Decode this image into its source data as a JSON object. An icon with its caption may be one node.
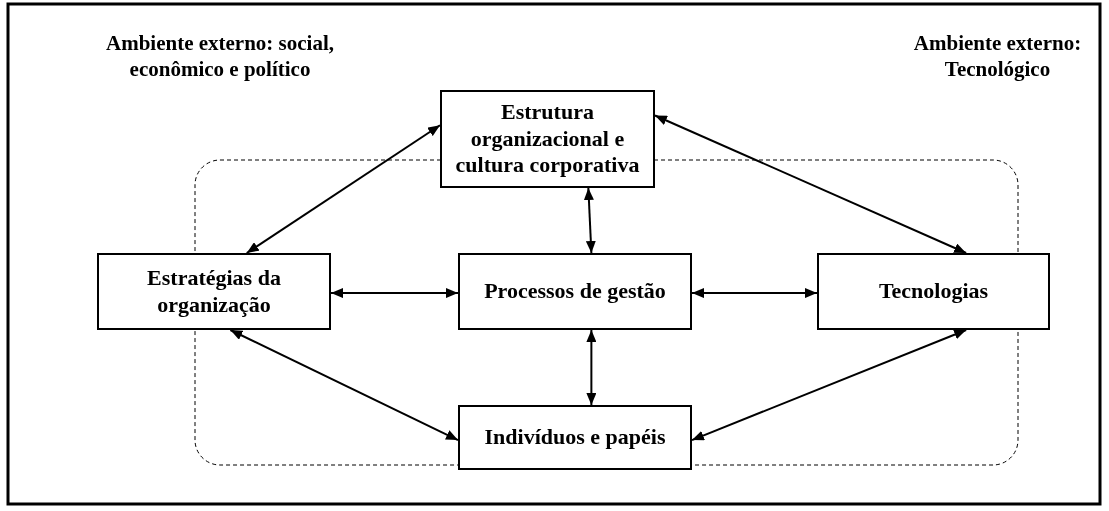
{
  "diagram": {
    "nodes": [
      {
        "text": [
          "Estrutura organizacional e cultura corporativa"
        ]
      },
      {
        "text": [
          "Estratégias da organização"
        ]
      },
      {
        "text": [
          "Processos de gestão"
        ]
      },
      {
        "text": [
          "Tecnologias"
        ]
      },
      {
        "text": [
          "Indivíduos e papéis"
        ]
      }
    ],
    "edges": [
      {
        "from": 0,
        "to": 1,
        "arrow": "both"
      },
      {
        "from": 0,
        "to": 3,
        "arrow": "both"
      },
      {
        "from": 0,
        "to": 2,
        "arrow": "both"
      },
      {
        "from": 1,
        "to": 2,
        "arrow": "both"
      },
      {
        "from": 2,
        "to": 3,
        "arrow": "both"
      },
      {
        "from": 2,
        "to": 4,
        "arrow": "both"
      },
      {
        "from": 1,
        "to": 4,
        "arrow": "both"
      },
      {
        "from": 3,
        "to": 4,
        "arrow": "both"
      }
    ],
    "labels": [
      "Ambiente externo: social, econômico e político",
      "Ambiente externo: Tecnológico"
    ]
  }
}
